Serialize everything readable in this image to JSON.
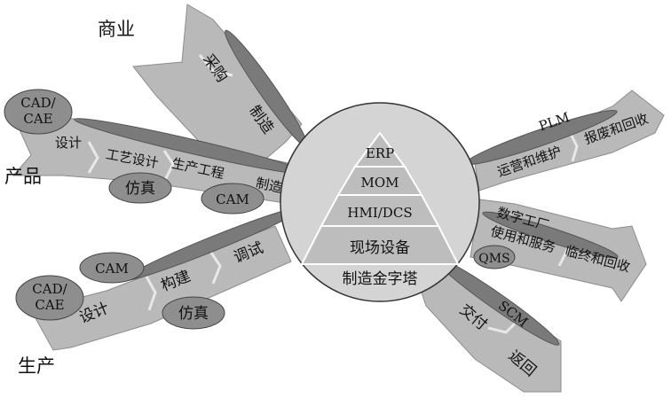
{
  "sections": {
    "business": "商业",
    "product": "产品",
    "production": "生产"
  },
  "center": {
    "title": "制造金字塔",
    "layers": [
      "ERP",
      "MOM",
      "HMI/DCS",
      "现场设备"
    ]
  },
  "business_arrow": {
    "stages": [
      "采购",
      "制造"
    ]
  },
  "product_arrow": {
    "stages": [
      "设计",
      "工艺设计",
      "生产工程",
      "制造"
    ],
    "ovals": [
      "CAD/\nCAE",
      "仿真",
      "CAM"
    ]
  },
  "production_arrow": {
    "stages": [
      "设计",
      "构建",
      "调试"
    ],
    "ovals": [
      "CAD/\nCAE",
      "CAM",
      "仿真"
    ]
  },
  "plm_arrow": {
    "system": "PLM",
    "stages": [
      "运营和维护",
      "报废和回收"
    ]
  },
  "digital_factory_arrow": {
    "system": "数字工厂",
    "stages": [
      "使用和服务",
      "临终和回收"
    ],
    "ovals": [
      "QMS"
    ]
  },
  "scm_arrow": {
    "system": "SCM",
    "stages": [
      "交付",
      "返回"
    ]
  },
  "colors": {
    "arrow_fill": "#b9b9b9",
    "arrow_stroke": "#8c8c8c",
    "circle_fill": "#d4d4d4",
    "pyramid_fill": "#bdbdbd",
    "oval_fill": "#8e8e8e",
    "spindle_fill": "#7a7a7a"
  }
}
